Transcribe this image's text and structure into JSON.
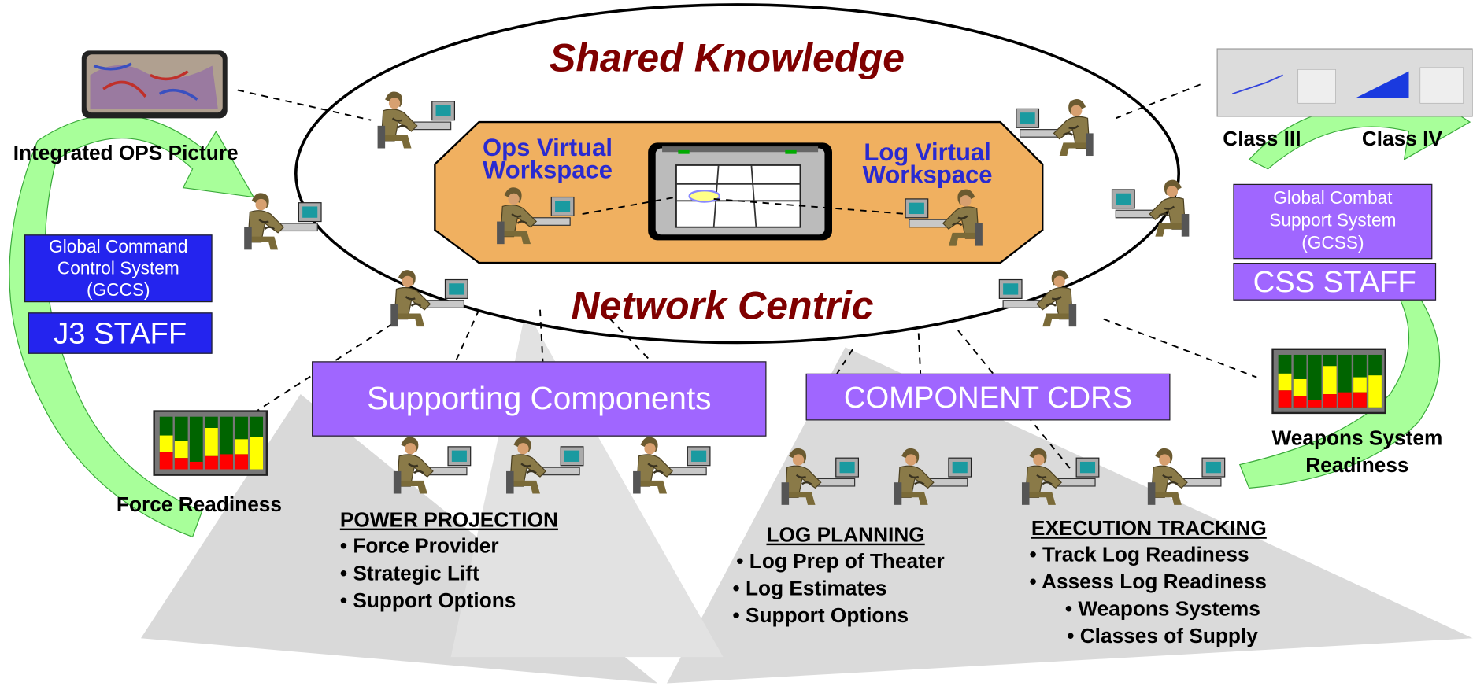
{
  "center": {
    "shared_knowledge": "Shared Knowledge",
    "network_centric": "Network Centric",
    "ops_workspace": "Ops Virtual Workspace",
    "log_workspace": "Log Virtual Workspace"
  },
  "left": {
    "integrated_ops": "Integrated OPS Picture",
    "gccs": "Global Command Control System (GCCS)",
    "j3_staff": "J3 STAFF",
    "force_readiness": "Force Readiness"
  },
  "right": {
    "class_iii": "Class III",
    "class_iv": "Class IV",
    "gcss": "Global Combat Support System (GCSS)",
    "css_staff": "CSS STAFF",
    "weapons_readiness": "Weapons System Readiness"
  },
  "boxes": {
    "supporting_components": "Supporting Components",
    "component_cdrs": "COMPONENT CDRS"
  },
  "sections": {
    "power": {
      "heading": "POWER PROJECTION",
      "items": [
        "• Force Provider",
        "• Strategic Lift",
        "• Support Options"
      ]
    },
    "log": {
      "heading": "LOG PLANNING",
      "items": [
        "• Log Prep of Theater",
        "• Log Estimates",
        "• Support Options"
      ]
    },
    "exec": {
      "heading": "EXECUTION TRACKING",
      "items": [
        "• Track Log Readiness",
        "• Assess Log Readiness",
        "• Weapons Systems",
        "• Classes of Supply"
      ]
    }
  },
  "colors": {
    "title": "#7f0000",
    "workspace_text": "#2a2ad0",
    "workspace_fill": "#f0b060",
    "gccs_box": "#2424ee",
    "purple_box": "#a066ff",
    "arrow": "#a8ff9a",
    "triangle": "#d8d8d8"
  }
}
